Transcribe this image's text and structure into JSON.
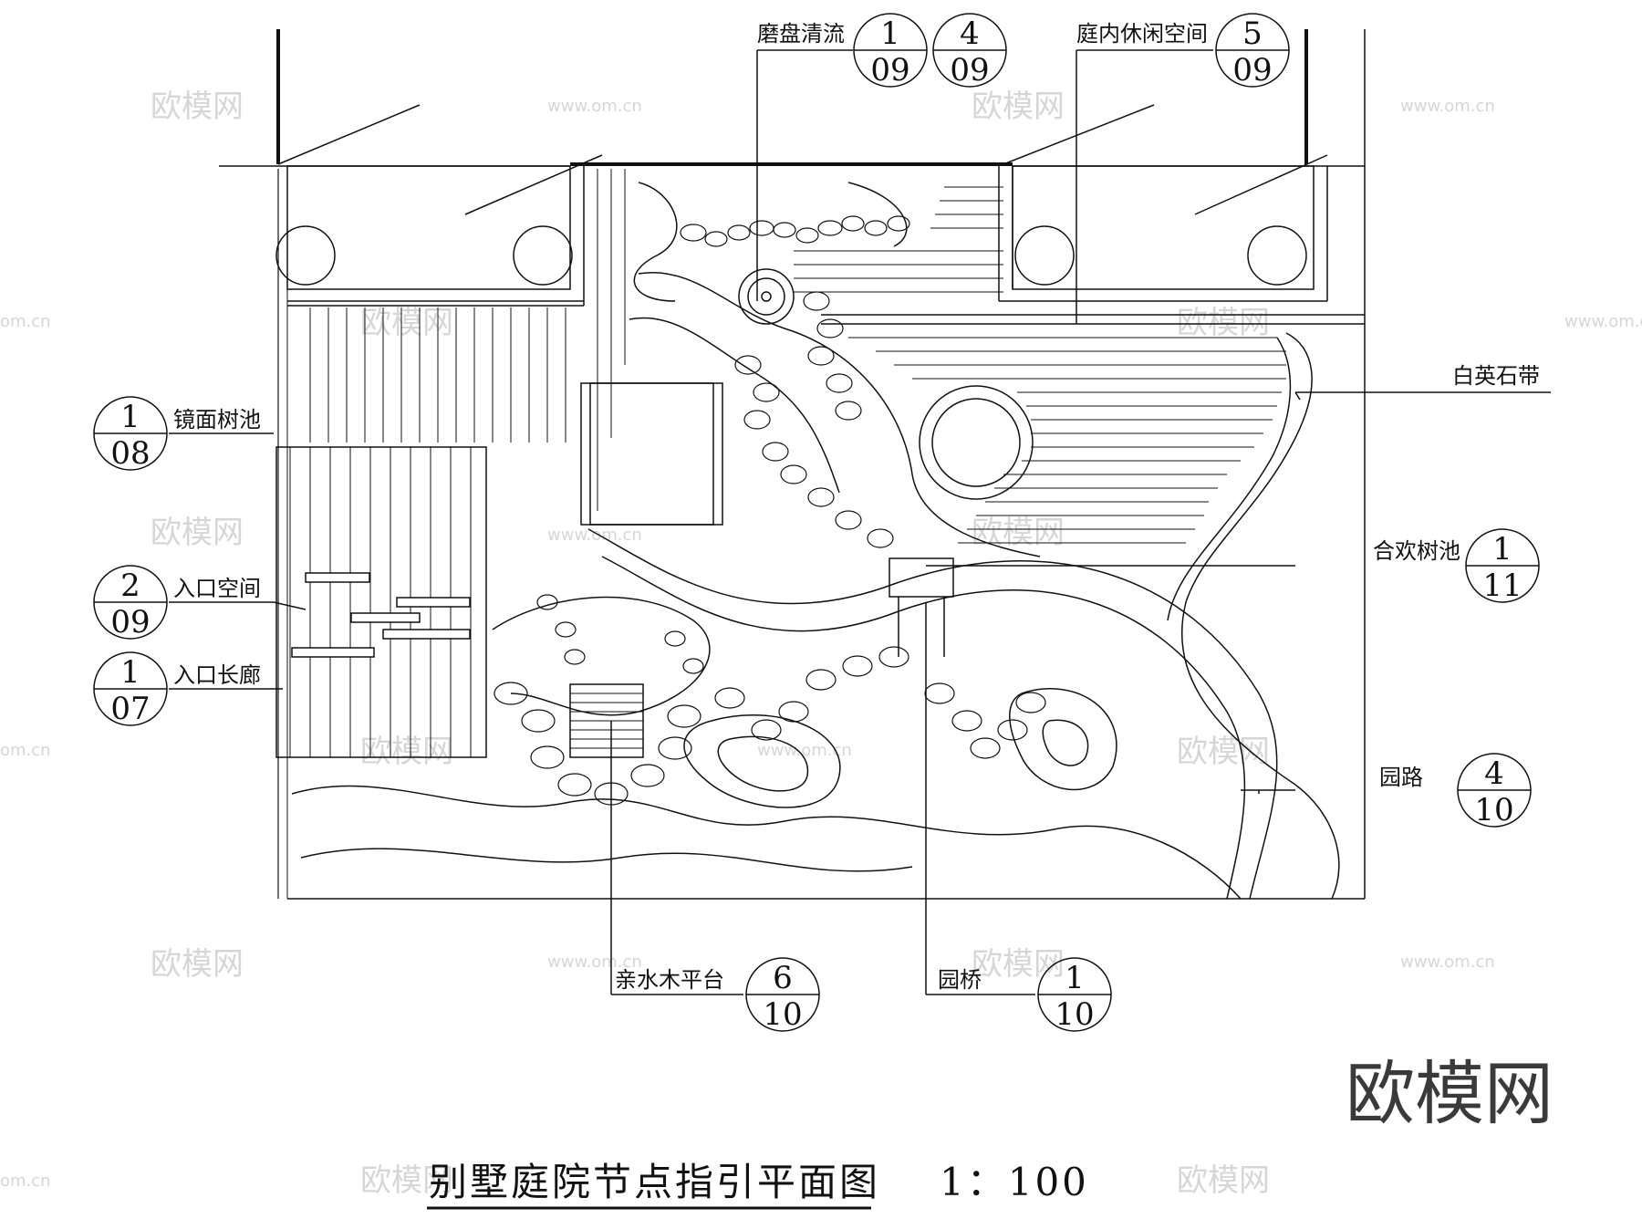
{
  "title": "别墅庭院节点指引平面图",
  "scale": "1：100",
  "callouts": [
    {
      "label": "磨盘清流",
      "number": "1",
      "sheet": "09"
    },
    {
      "label": "",
      "number": "4",
      "sheet": "09"
    },
    {
      "label": "庭内休闲空间",
      "number": "5",
      "sheet": "09"
    },
    {
      "label": "白英石带",
      "number": "",
      "sheet": ""
    },
    {
      "label": "镜面树池",
      "number": "1",
      "sheet": "08"
    },
    {
      "label": "入口空间",
      "number": "2",
      "sheet": "09"
    },
    {
      "label": "入口长廊",
      "number": "1",
      "sheet": "07"
    },
    {
      "label": "合欢树池",
      "number": "1",
      "sheet": "11"
    },
    {
      "label": "园路",
      "number": "4",
      "sheet": "10"
    },
    {
      "label": "亲水木平台",
      "number": "6",
      "sheet": "10"
    },
    {
      "label": "园桥",
      "number": "1",
      "sheet": "10"
    }
  ],
  "watermark": {
    "logo": "欧模网",
    "url": "www.om.cn",
    "url_partial": "om.cn"
  },
  "colors": {
    "ink": "#111111",
    "watermark": "#d6d6d6"
  }
}
